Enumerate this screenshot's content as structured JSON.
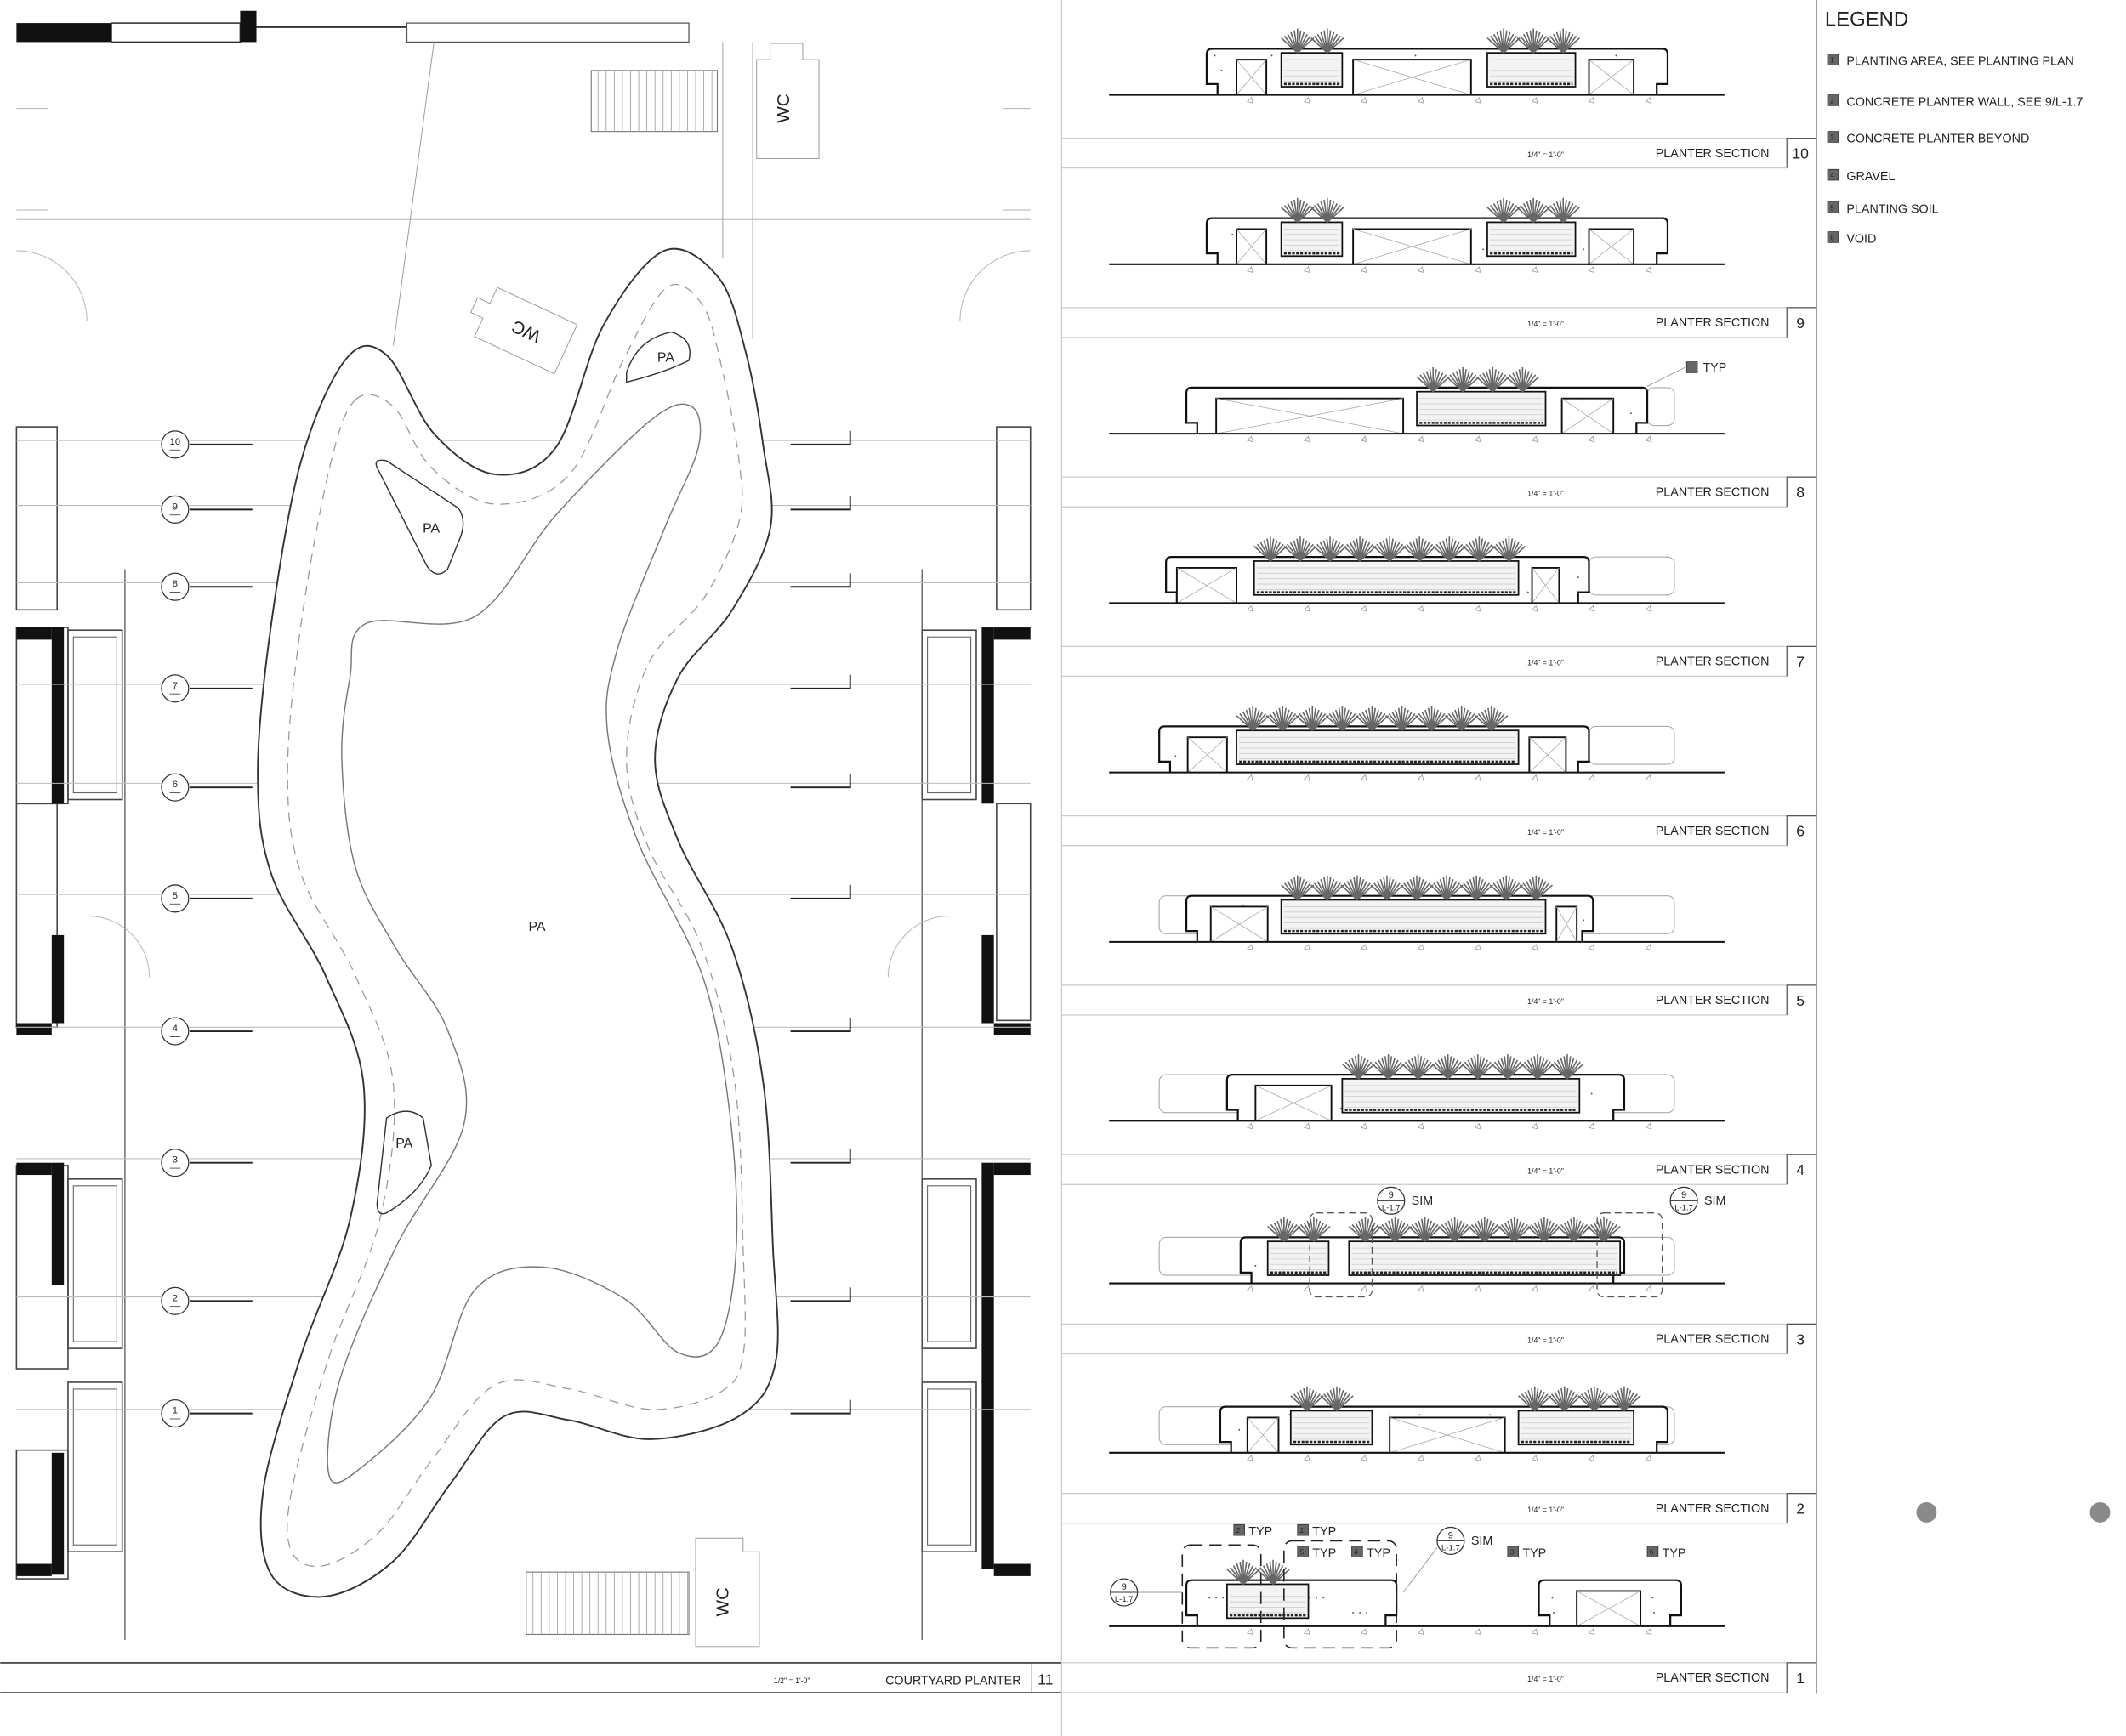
{
  "legend": {
    "title": "LEGEND",
    "items": [
      {
        "key": "1",
        "label": "PLANTING AREA, SEE PLANTING PLAN"
      },
      {
        "key": "2",
        "label": "CONCRETE PLANTER WALL, SEE 9/L-1.7"
      },
      {
        "key": "3",
        "label": "CONCRETE PLANTER BEYOND"
      },
      {
        "key": "4",
        "label": "GRAVEL"
      },
      {
        "key": "5",
        "label": "PLANTING SOIL"
      },
      {
        "key": "6",
        "label": "VOID"
      }
    ],
    "key_color": "#666666"
  },
  "plan": {
    "title": "COURTYARD PLANTER",
    "scale": "1/2\" = 1'-0\"",
    "number": "11",
    "area_labels": [
      "PA",
      "PA",
      "PA",
      "PA"
    ],
    "wc_labels": [
      "WC",
      "WC",
      "WC"
    ],
    "grid_markers": [
      "10",
      "9",
      "8",
      "7",
      "6",
      "5",
      "4",
      "3",
      "2",
      "1"
    ]
  },
  "sections": [
    {
      "number": "10",
      "title": "PLANTER SECTION",
      "scale": "1/4\" = 1'-0\""
    },
    {
      "number": "9",
      "title": "PLANTER SECTION",
      "scale": "1/4\" = 1'-0\""
    },
    {
      "number": "8",
      "title": "PLANTER SECTION",
      "scale": "1/4\" = 1'-0\""
    },
    {
      "number": "7",
      "title": "PLANTER SECTION",
      "scale": "1/4\" = 1'-0\""
    },
    {
      "number": "6",
      "title": "PLANTER SECTION",
      "scale": "1/4\" = 1'-0\""
    },
    {
      "number": "5",
      "title": "PLANTER SECTION",
      "scale": "1/4\" = 1'-0\""
    },
    {
      "number": "4",
      "title": "PLANTER SECTION",
      "scale": "1/4\" = 1'-0\""
    },
    {
      "number": "3",
      "title": "PLANTER SECTION",
      "scale": "1/4\" = 1'-0\""
    },
    {
      "number": "2",
      "title": "PLANTER SECTION",
      "scale": "1/4\" = 1'-0\""
    },
    {
      "number": "1",
      "title": "PLANTER SECTION",
      "scale": "1/4\" = 1'-0\""
    }
  ],
  "annotations": {
    "section8_tag": {
      "key": "2",
      "text": "TYP"
    },
    "section3_callouts": [
      {
        "detail": "9",
        "sheet": "L-1.7",
        "text": "SIM"
      },
      {
        "detail": "9",
        "sheet": "L-1.7",
        "text": "SIM"
      }
    ],
    "section1_tags": [
      {
        "key": "2",
        "text": "TYP"
      },
      {
        "key": "1",
        "text": "TYP"
      },
      {
        "key": "5",
        "text": "TYP"
      },
      {
        "key": "4",
        "text": "TYP"
      },
      {
        "key": "3",
        "text": "TYP"
      },
      {
        "key": "6",
        "text": "TYP"
      }
    ],
    "section1_callouts": [
      {
        "detail": "9",
        "sheet": "L-1.7",
        "text": "SIM"
      },
      {
        "detail": "9",
        "sheet": "L-1.7",
        "text": ""
      }
    ]
  }
}
